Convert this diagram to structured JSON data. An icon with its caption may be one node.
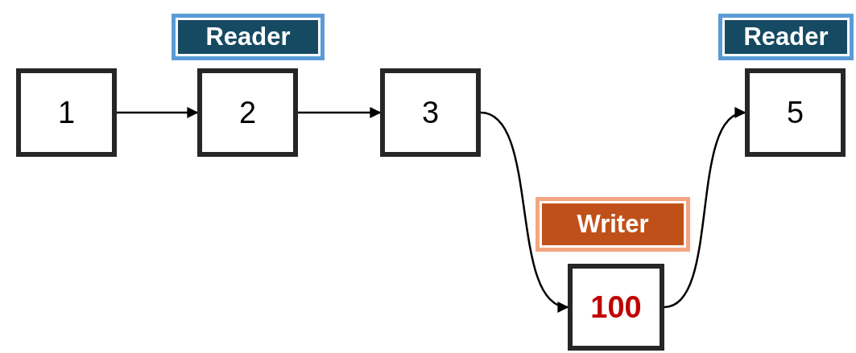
{
  "diagram": {
    "nodes": [
      {
        "text": [
          "1"
        ]
      },
      {
        "text": [
          "Reader"
        ]
      },
      {
        "text": [
          "2"
        ]
      },
      {
        "text": [
          "3"
        ]
      },
      {
        "text": [
          "Writer"
        ]
      },
      {
        "text": [
          "100"
        ]
      },
      {
        "text": [
          "Reader"
        ]
      },
      {
        "text": [
          "5"
        ]
      }
    ],
    "edges": [
      {
        "from": 0,
        "to": 2,
        "arrow": "to"
      },
      {
        "from": 2,
        "to": 3,
        "arrow": "to"
      },
      {
        "from": 3,
        "to": 5,
        "arrow": "to"
      },
      {
        "from": 5,
        "to": 7,
        "arrow": "to"
      }
    ]
  }
}
